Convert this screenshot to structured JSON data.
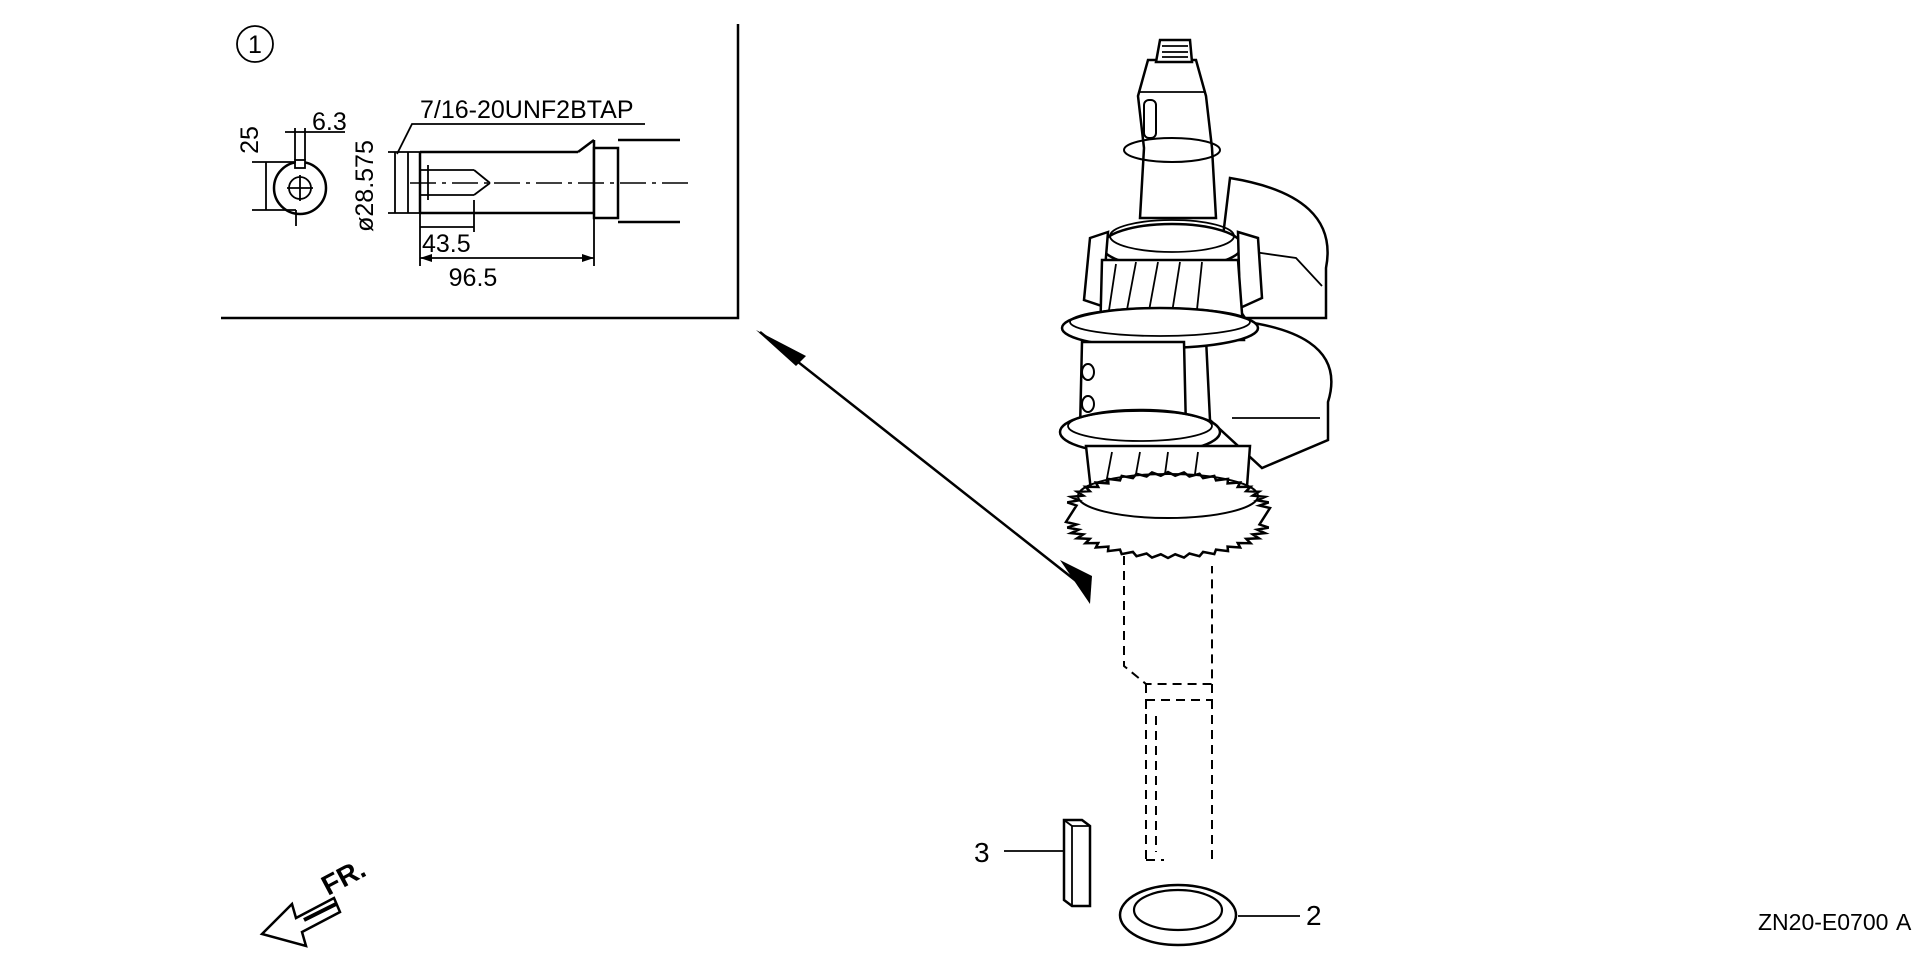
{
  "inset": {
    "ref_number": "1",
    "thread_spec": "7/16-20UNF2BTAP",
    "dim_keyway_height": "25",
    "dim_keyway_width": "6.3",
    "dim_shaft_diameter": "ø28.575",
    "dim_tap_depth": "43.5",
    "dim_shaft_length": "96.5"
  },
  "parts": [
    {
      "callout": "3",
      "part": "key"
    },
    {
      "callout": "2",
      "part": "washer"
    }
  ],
  "front_label": "FR.",
  "diagram_code": "ZN20-E0700",
  "diagram_code_suffix": "A"
}
